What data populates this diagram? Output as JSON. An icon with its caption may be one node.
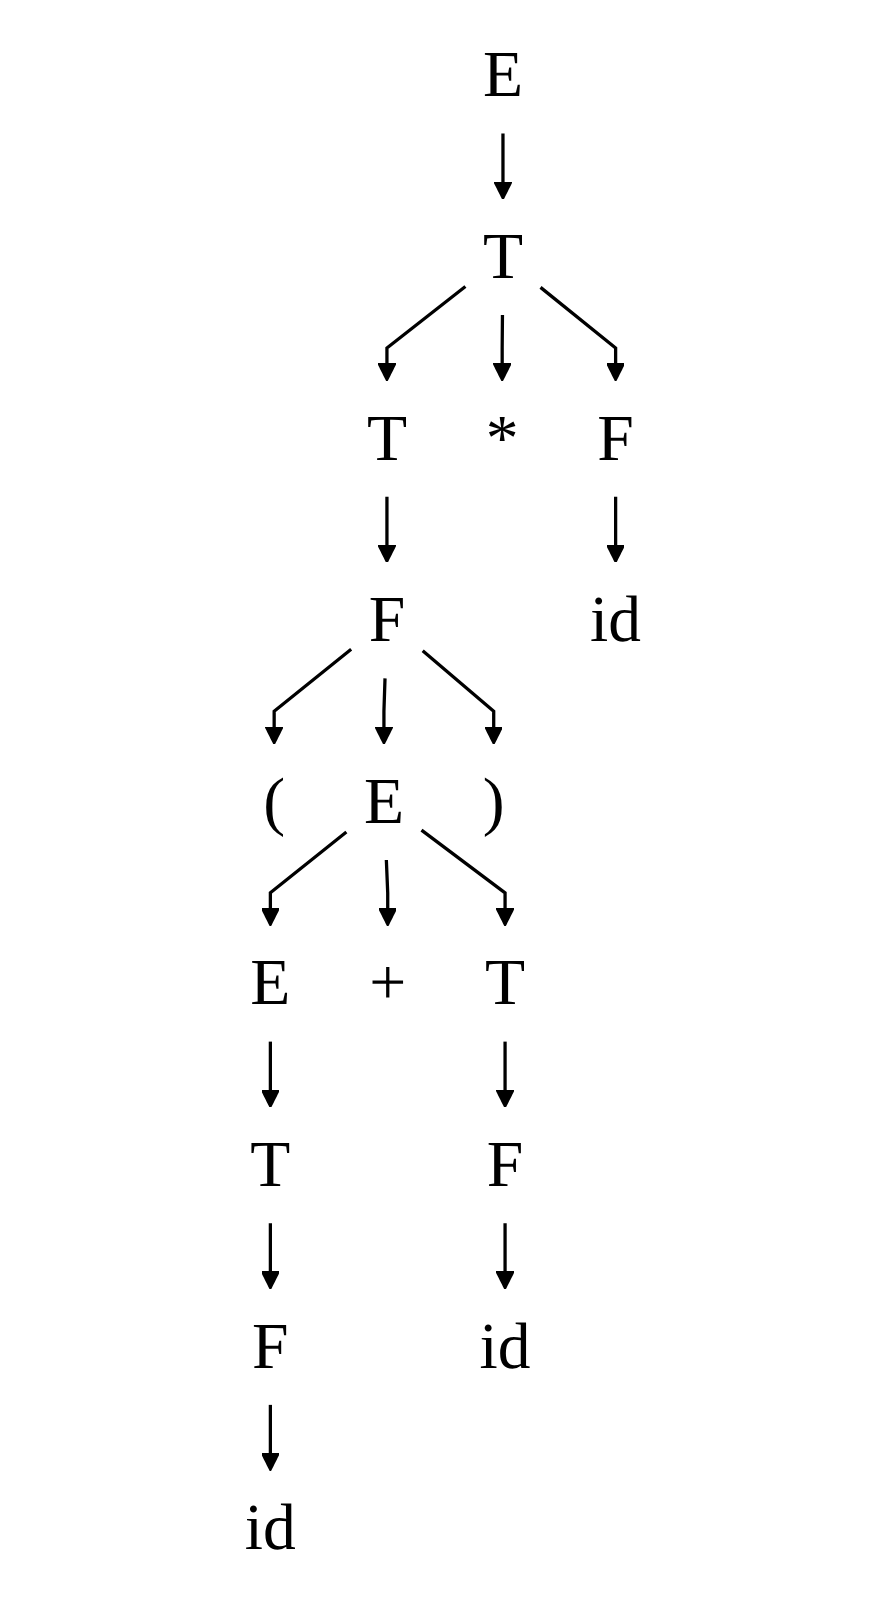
{
  "diagram": {
    "nodes": [
      {
        "text": [
          "E"
        ]
      },
      {
        "text": [
          "T"
        ]
      },
      {
        "text": [
          "T"
        ]
      },
      {
        "text": [
          "*"
        ]
      },
      {
        "text": [
          "F"
        ]
      },
      {
        "text": [
          "F"
        ]
      },
      {
        "text": [
          "id"
        ]
      },
      {
        "text": [
          "("
        ]
      },
      {
        "text": [
          "E"
        ]
      },
      {
        "text": [
          ")"
        ]
      },
      {
        "text": [
          "E"
        ]
      },
      {
        "text": [
          "+"
        ]
      },
      {
        "text": [
          "T"
        ]
      },
      {
        "text": [
          "T"
        ]
      },
      {
        "text": [
          "F"
        ]
      },
      {
        "text": [
          "F"
        ]
      },
      {
        "text": [
          "id"
        ]
      },
      {
        "text": [
          "id"
        ]
      }
    ],
    "edges": [
      {
        "from": 0,
        "to": 1,
        "arrow": "to"
      },
      {
        "from": 1,
        "to": 2,
        "arrow": "to"
      },
      {
        "from": 1,
        "to": 3,
        "arrow": "to"
      },
      {
        "from": 1,
        "to": 4,
        "arrow": "to"
      },
      {
        "from": 4,
        "to": 6,
        "arrow": "to"
      },
      {
        "from": 2,
        "to": 5,
        "arrow": "to"
      },
      {
        "from": 5,
        "to": 7,
        "arrow": "to"
      },
      {
        "from": 5,
        "to": 8,
        "arrow": "to"
      },
      {
        "from": 5,
        "to": 9,
        "arrow": "to"
      },
      {
        "from": 8,
        "to": 10,
        "arrow": "to"
      },
      {
        "from": 8,
        "to": 11,
        "arrow": "to"
      },
      {
        "from": 8,
        "to": 12,
        "arrow": "to"
      },
      {
        "from": 10,
        "to": 13,
        "arrow": "to"
      },
      {
        "from": 12,
        "to": 14,
        "arrow": "to"
      },
      {
        "from": 13,
        "to": 15,
        "arrow": "to"
      },
      {
        "from": 14,
        "to": 16,
        "arrow": "to"
      },
      {
        "from": 15,
        "to": 17,
        "arrow": "to"
      }
    ]
  }
}
